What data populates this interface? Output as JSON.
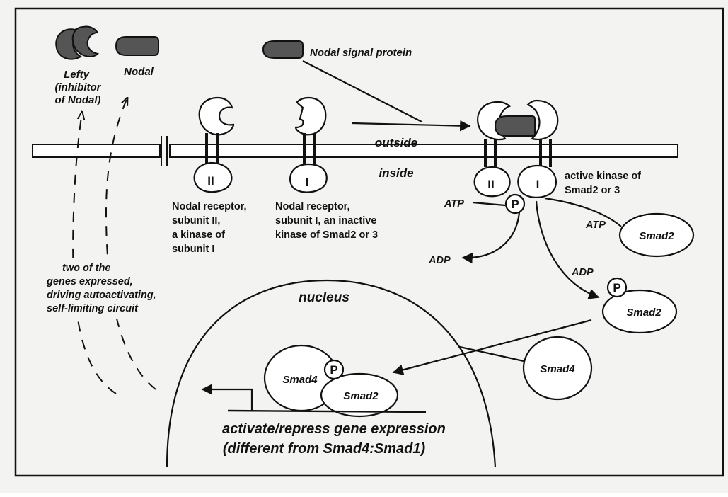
{
  "molecules": {
    "lefty": "Lefty",
    "lefty_inhibitor_1": "(inhibitor",
    "lefty_inhibitor_2": "of Nodal)",
    "nodal": "Nodal",
    "nodal_signal_protein": "Nodal signal protein"
  },
  "membrane": {
    "outside": "outside",
    "inside": "inside"
  },
  "receptors": {
    "subunit_II_mark": "II",
    "subunit_I_mark": "I",
    "subunit_II_desc": [
      "Nodal receptor,",
      "subunit II,",
      "a kinase of",
      "subunit I"
    ],
    "subunit_I_desc": [
      "Nodal receptor,",
      "subunit I, an inactive",
      "kinase of Smad2 or 3"
    ],
    "active_kinase": [
      "active kinase of",
      "Smad2 or 3"
    ]
  },
  "reaction": {
    "phosphate": "P",
    "atp": "ATP",
    "adp": "ADP",
    "smad2": "Smad2",
    "smad4": "Smad4"
  },
  "nucleus": {
    "label": "nucleus",
    "complex_smad4": "Smad4",
    "complex_smad2": "Smad2",
    "gene_expr_line1": "activate/repress gene expression",
    "gene_expr_line2": "(different from Smad4:Smad1)"
  },
  "feedback": {
    "lines": [
      "two of the",
      "genes expressed,",
      "driving autoactivating,",
      "self-limiting circuit"
    ]
  },
  "colors": {
    "ink": "#111111",
    "paper": "#f3f3f1",
    "protein_fill": "#555555"
  }
}
